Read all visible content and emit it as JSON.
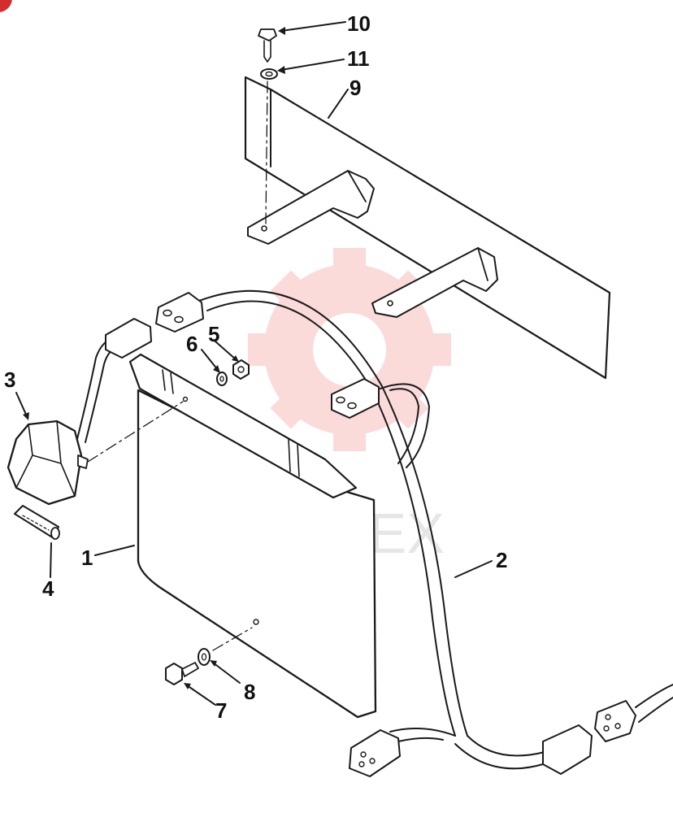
{
  "watermark": {
    "text": "ИНТЕХ",
    "logo": "gear-logo",
    "color": "#f27c7c"
  },
  "corner_badge": {
    "color": "#d42d2d"
  },
  "callouts": {
    "c1": "1",
    "c2": "2",
    "c3": "3",
    "c4": "4",
    "c5": "5",
    "c6": "6",
    "c7": "7",
    "c8": "8",
    "c9": "9",
    "c10": "10",
    "c11": "11"
  }
}
